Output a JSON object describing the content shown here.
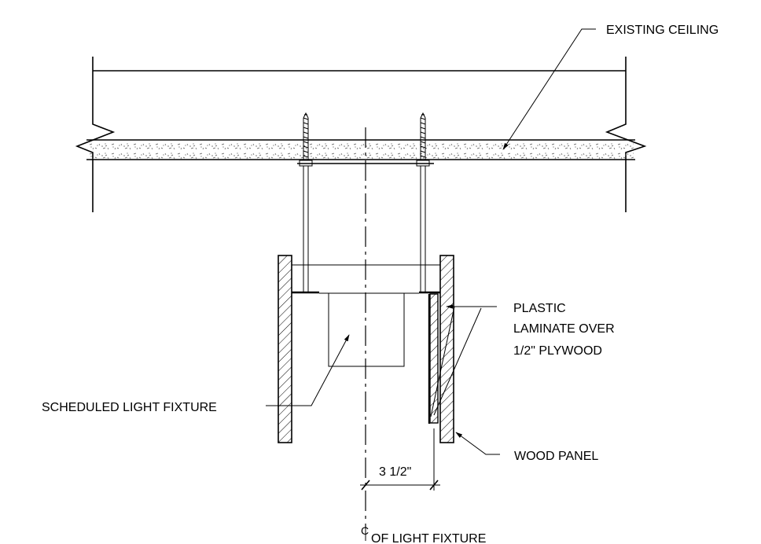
{
  "labels": {
    "existing_ceiling": "EXISTING CEILING",
    "plastic_laminate_line1": "PLASTIC",
    "plastic_laminate_line2": "LAMINATE OVER",
    "plastic_laminate_line3": "1/2\" PLYWOOD",
    "scheduled_light_fixture": "SCHEDULED LIGHT FIXTURE",
    "wood_panel": "WOOD PANEL",
    "dimension": "3 1/2\"",
    "centerline_symbol": "C",
    "centerline_text": "OF LIGHT FIXTURE"
  }
}
